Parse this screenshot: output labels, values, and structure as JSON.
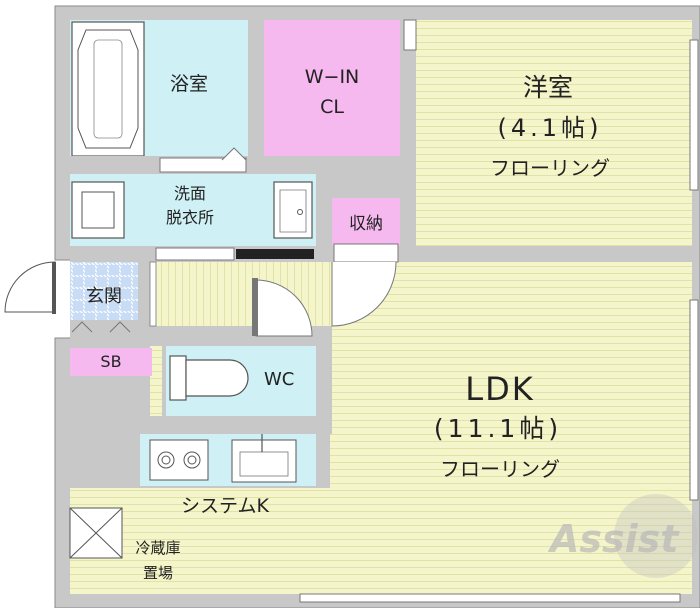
{
  "rooms": {
    "bath": "浴室",
    "wic_line1": "W−IN",
    "wic_line2": "CL",
    "western_name": "洋室",
    "western_size": "(4.1帖)",
    "western_floor": "フローリング",
    "washroom_line1": "洗面",
    "washroom_line2": "脱衣所",
    "storage": "収納",
    "entrance": "玄関",
    "shoe_box": "SB",
    "toilet": "WC",
    "ldk_name": "LDK",
    "ldk_size": "(11.1帖)",
    "ldk_floor": "フローリング",
    "kitchen": "システムK",
    "fridge_line1": "冷蔵庫",
    "fridge_line2": "置場"
  },
  "watermark": "Assist",
  "colors": {
    "wall": "#c8c8c8",
    "wall_edge": "#8a8a8a",
    "flooring": "#f5f5cc",
    "flooring_line": "#e4e4a8",
    "wet_area": "#cff1f5",
    "closet": "#f6b9ef",
    "entrance": "#c8dcf5",
    "white": "#ffffff"
  }
}
